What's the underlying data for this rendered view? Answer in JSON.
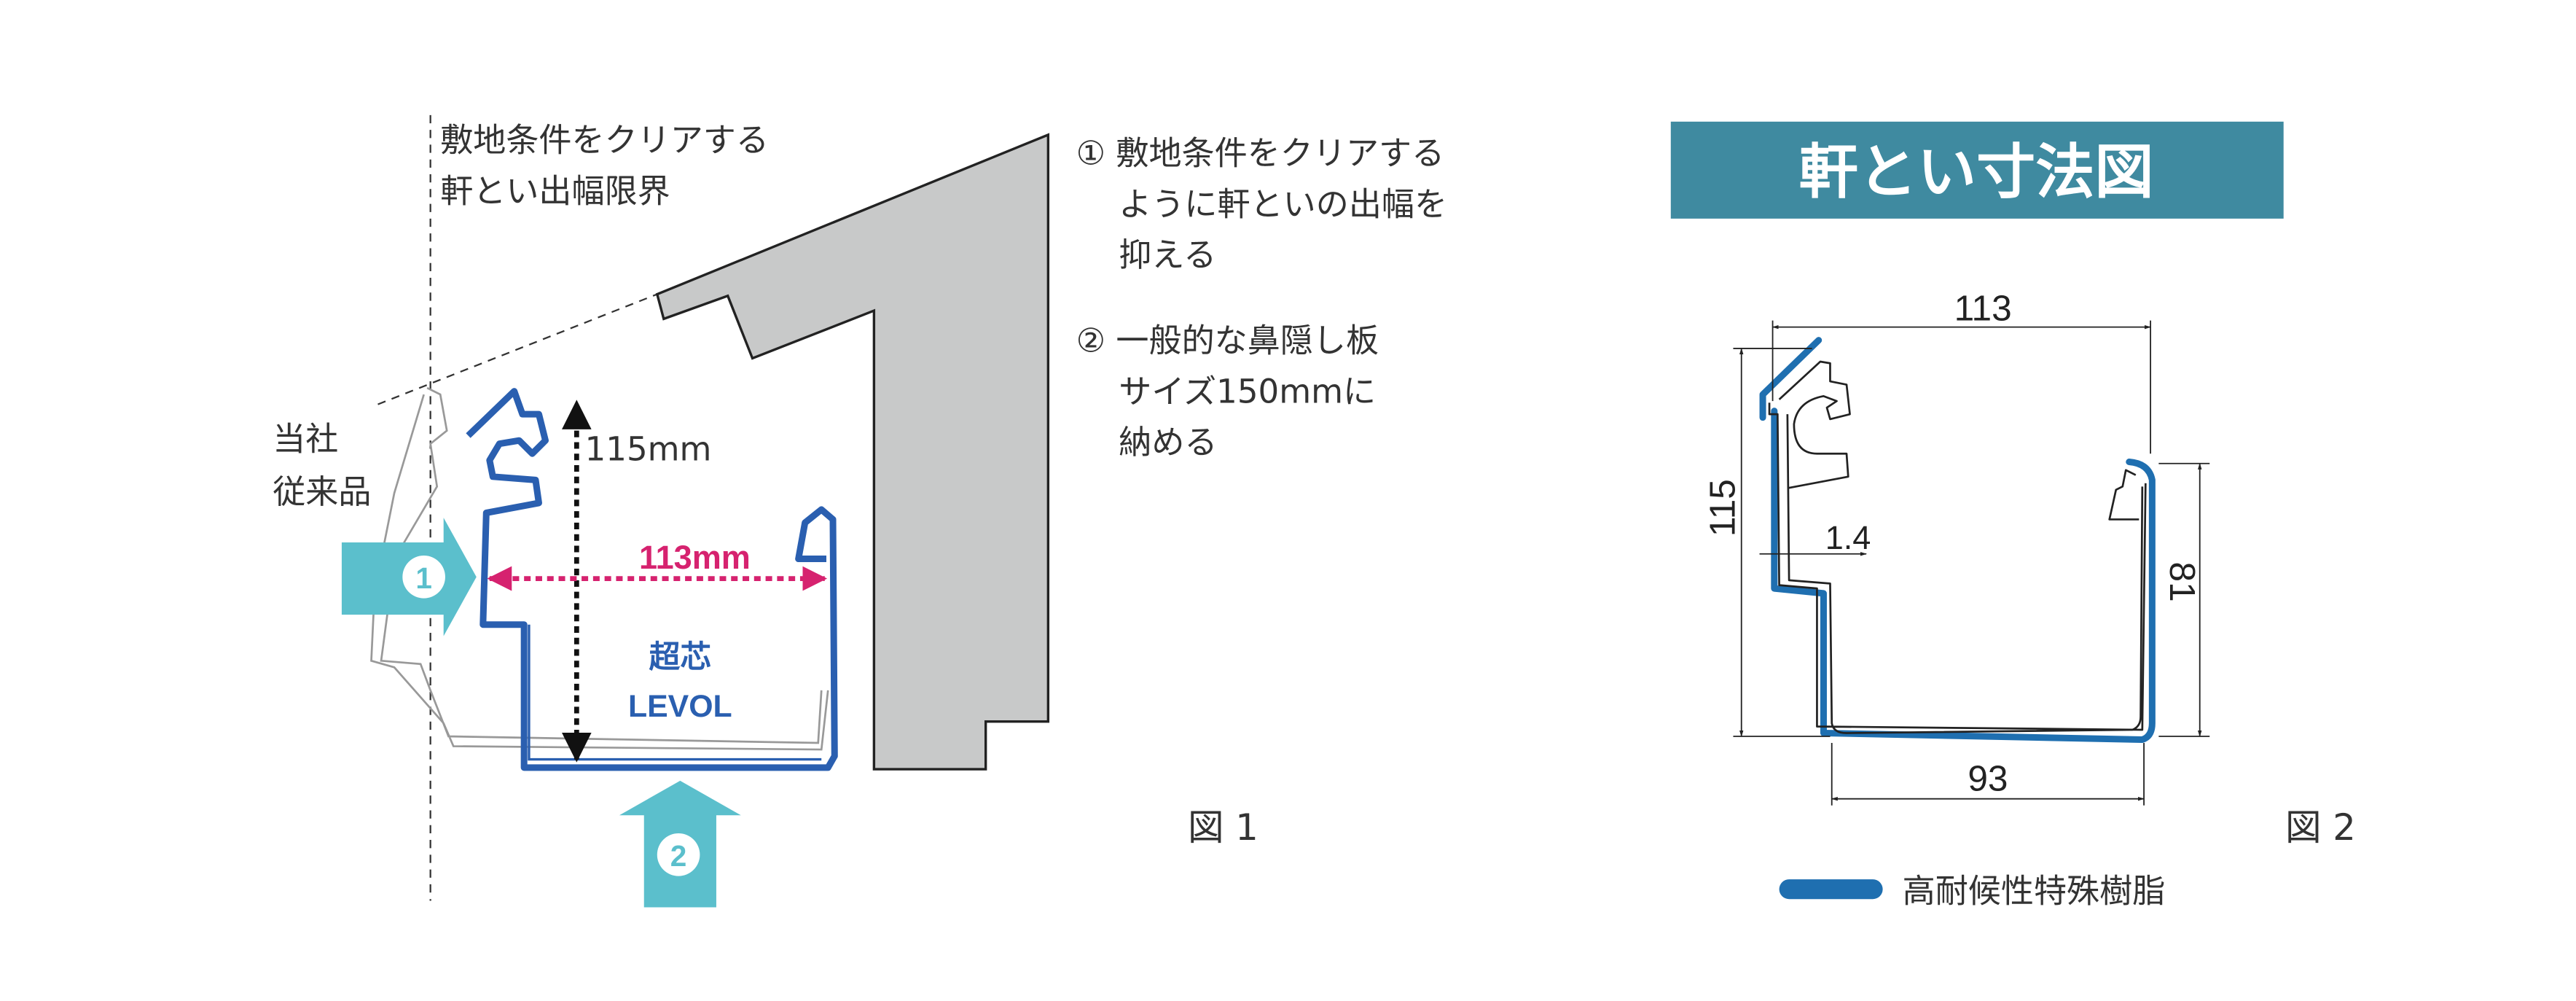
{
  "figure1": {
    "caption": "図 1",
    "limit_label_line1": "敷地条件をクリアする",
    "limit_label_line2": "軒とい出幅限界",
    "conventional_label_line1": "当社",
    "conventional_label_line2": "従来品",
    "height_label": "115mm",
    "width_label": "113mm",
    "product_label_line1": "超芯",
    "product_label_line2": "LEVOL",
    "arrow1_number": "1",
    "arrow2_number": "2"
  },
  "notes": [
    {
      "line1": "① 敷地条件をクリアする",
      "line2": "ように軒といの出幅を",
      "line3": "抑える"
    },
    {
      "line1": "② 一般的な鼻隠し板",
      "line2": "サイズ150mmに",
      "line3": "納める"
    }
  ],
  "figure2": {
    "title": "軒とい寸法図",
    "caption": "図 2",
    "dimensions": {
      "top_width": "113",
      "height": "115",
      "thickness": "1.4",
      "right_height": "81",
      "bottom_width": "93"
    },
    "legend_label": "高耐候性特殊樹脂"
  },
  "colors": {
    "gutter_blue": "#2a5fb0",
    "resin_blue": "#1f6fb0",
    "arrow_teal": "#5bbfcc",
    "dimension_pink": "#d6226f",
    "title_bar": "#3f8aa0",
    "wall_grey": "#c8c9c9"
  }
}
